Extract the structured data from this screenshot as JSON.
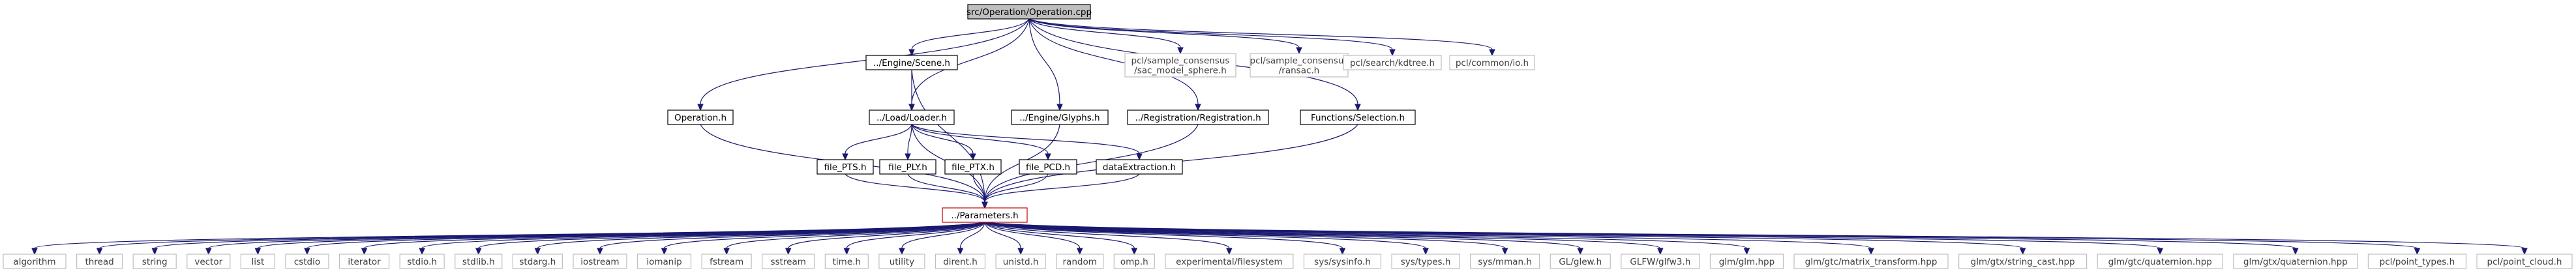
{
  "diagram": {
    "type": "include-dependency-graph",
    "colors": {
      "edge": "#191970",
      "root_fill": "#bfbfbf",
      "hub_border": "#bf0000",
      "node_border": "#000000",
      "external_border": "#bfbfbf"
    },
    "nodes": [
      {
        "id": "root",
        "label": "src/Operation/Operation.cpp",
        "kind": "root"
      },
      {
        "id": "scene",
        "label": "../Engine/Scene.h",
        "kind": "internal"
      },
      {
        "id": "sac_sphere",
        "label": "pcl/sample_consensus\n/sac_model_sphere.h",
        "kind": "external"
      },
      {
        "id": "ransac",
        "label": "pcl/sample_consensus\n/ransac.h",
        "kind": "external"
      },
      {
        "id": "kdtree",
        "label": "pcl/search/kdtree.h",
        "kind": "external"
      },
      {
        "id": "common_io",
        "label": "pcl/common/io.h",
        "kind": "external"
      },
      {
        "id": "operation_h",
        "label": "Operation.h",
        "kind": "internal"
      },
      {
        "id": "loader",
        "label": "../Load/Loader.h",
        "kind": "internal"
      },
      {
        "id": "glyphs",
        "label": "../Engine/Glyphs.h",
        "kind": "internal"
      },
      {
        "id": "registration",
        "label": "../Registration/Registration.h",
        "kind": "internal"
      },
      {
        "id": "selection",
        "label": "Functions/Selection.h",
        "kind": "internal"
      },
      {
        "id": "file_pts",
        "label": "file_PTS.h",
        "kind": "internal"
      },
      {
        "id": "file_ply",
        "label": "file_PLY.h",
        "kind": "internal"
      },
      {
        "id": "file_ptx",
        "label": "file_PTX.h",
        "kind": "internal"
      },
      {
        "id": "file_pcd",
        "label": "file_PCD.h",
        "kind": "internal"
      },
      {
        "id": "data_extraction",
        "label": "dataExtraction.h",
        "kind": "internal"
      },
      {
        "id": "parameters",
        "label": "../Parameters.h",
        "kind": "hub"
      },
      {
        "id": "l_algorithm",
        "label": "algorithm",
        "kind": "external"
      },
      {
        "id": "l_thread",
        "label": "thread",
        "kind": "external"
      },
      {
        "id": "l_string",
        "label": "string",
        "kind": "external"
      },
      {
        "id": "l_vector",
        "label": "vector",
        "kind": "external"
      },
      {
        "id": "l_list",
        "label": "list",
        "kind": "external"
      },
      {
        "id": "l_cstdio",
        "label": "cstdio",
        "kind": "external"
      },
      {
        "id": "l_iterator",
        "label": "iterator",
        "kind": "external"
      },
      {
        "id": "l_stdio",
        "label": "stdio.h",
        "kind": "external"
      },
      {
        "id": "l_stdlib",
        "label": "stdlib.h",
        "kind": "external"
      },
      {
        "id": "l_stdarg",
        "label": "stdarg.h",
        "kind": "external"
      },
      {
        "id": "l_iostream",
        "label": "iostream",
        "kind": "external"
      },
      {
        "id": "l_iomanip",
        "label": "iomanip",
        "kind": "external"
      },
      {
        "id": "l_fstream",
        "label": "fstream",
        "kind": "external"
      },
      {
        "id": "l_sstream",
        "label": "sstream",
        "kind": "external"
      },
      {
        "id": "l_time",
        "label": "time.h",
        "kind": "external"
      },
      {
        "id": "l_utility",
        "label": "utility",
        "kind": "external"
      },
      {
        "id": "l_dirent",
        "label": "dirent.h",
        "kind": "external"
      },
      {
        "id": "l_unistd",
        "label": "unistd.h",
        "kind": "external"
      },
      {
        "id": "l_random",
        "label": "random",
        "kind": "external"
      },
      {
        "id": "l_omp",
        "label": "omp.h",
        "kind": "external"
      },
      {
        "id": "l_filesystem",
        "label": "experimental/filesystem",
        "kind": "external"
      },
      {
        "id": "l_sysinfo",
        "label": "sys/sysinfo.h",
        "kind": "external"
      },
      {
        "id": "l_systypes",
        "label": "sys/types.h",
        "kind": "external"
      },
      {
        "id": "l_sysmman",
        "label": "sys/mman.h",
        "kind": "external"
      },
      {
        "id": "l_glew",
        "label": "GL/glew.h",
        "kind": "external"
      },
      {
        "id": "l_glfw",
        "label": "GLFW/glfw3.h",
        "kind": "external"
      },
      {
        "id": "l_glm",
        "label": "glm/glm.hpp",
        "kind": "external"
      },
      {
        "id": "l_matrix",
        "label": "glm/gtc/matrix_transform.hpp",
        "kind": "external"
      },
      {
        "id": "l_stringcast",
        "label": "glm/gtx/string_cast.hpp",
        "kind": "external"
      },
      {
        "id": "l_quat_gtc",
        "label": "glm/gtc/quaternion.hpp",
        "kind": "external"
      },
      {
        "id": "l_quat_gtx",
        "label": "glm/gtx/quaternion.hpp",
        "kind": "external"
      },
      {
        "id": "l_pointtypes",
        "label": "pcl/point_types.h",
        "kind": "external"
      },
      {
        "id": "l_pointcloud",
        "label": "pcl/point_cloud.h",
        "kind": "external"
      }
    ],
    "edges": [
      [
        "root",
        "operation_h"
      ],
      [
        "root",
        "scene"
      ],
      [
        "root",
        "loader"
      ],
      [
        "root",
        "glyphs"
      ],
      [
        "root",
        "registration"
      ],
      [
        "root",
        "selection"
      ],
      [
        "root",
        "sac_sphere"
      ],
      [
        "root",
        "ransac"
      ],
      [
        "root",
        "kdtree"
      ],
      [
        "root",
        "common_io"
      ],
      [
        "scene",
        "loader"
      ],
      [
        "scene",
        "parameters"
      ],
      [
        "operation_h",
        "parameters"
      ],
      [
        "loader",
        "file_pts"
      ],
      [
        "loader",
        "file_ply"
      ],
      [
        "loader",
        "file_ptx"
      ],
      [
        "loader",
        "file_pcd"
      ],
      [
        "loader",
        "data_extraction"
      ],
      [
        "loader",
        "parameters"
      ],
      [
        "glyphs",
        "parameters"
      ],
      [
        "registration",
        "parameters"
      ],
      [
        "selection",
        "parameters"
      ],
      [
        "file_pts",
        "parameters"
      ],
      [
        "file_ply",
        "parameters"
      ],
      [
        "file_ptx",
        "parameters"
      ],
      [
        "file_pcd",
        "parameters"
      ],
      [
        "data_extraction",
        "parameters"
      ],
      [
        "parameters",
        "l_algorithm"
      ],
      [
        "parameters",
        "l_thread"
      ],
      [
        "parameters",
        "l_string"
      ],
      [
        "parameters",
        "l_vector"
      ],
      [
        "parameters",
        "l_list"
      ],
      [
        "parameters",
        "l_cstdio"
      ],
      [
        "parameters",
        "l_iterator"
      ],
      [
        "parameters",
        "l_stdio"
      ],
      [
        "parameters",
        "l_stdlib"
      ],
      [
        "parameters",
        "l_stdarg"
      ],
      [
        "parameters",
        "l_iostream"
      ],
      [
        "parameters",
        "l_iomanip"
      ],
      [
        "parameters",
        "l_fstream"
      ],
      [
        "parameters",
        "l_sstream"
      ],
      [
        "parameters",
        "l_time"
      ],
      [
        "parameters",
        "l_utility"
      ],
      [
        "parameters",
        "l_dirent"
      ],
      [
        "parameters",
        "l_unistd"
      ],
      [
        "parameters",
        "l_random"
      ],
      [
        "parameters",
        "l_omp"
      ],
      [
        "parameters",
        "l_filesystem"
      ],
      [
        "parameters",
        "l_sysinfo"
      ],
      [
        "parameters",
        "l_systypes"
      ],
      [
        "parameters",
        "l_sysmman"
      ],
      [
        "parameters",
        "l_glew"
      ],
      [
        "parameters",
        "l_glfw"
      ],
      [
        "parameters",
        "l_glm"
      ],
      [
        "parameters",
        "l_matrix"
      ],
      [
        "parameters",
        "l_stringcast"
      ],
      [
        "parameters",
        "l_quat_gtc"
      ],
      [
        "parameters",
        "l_quat_gtx"
      ],
      [
        "parameters",
        "l_pointtypes"
      ],
      [
        "parameters",
        "l_pointcloud"
      ]
    ]
  }
}
